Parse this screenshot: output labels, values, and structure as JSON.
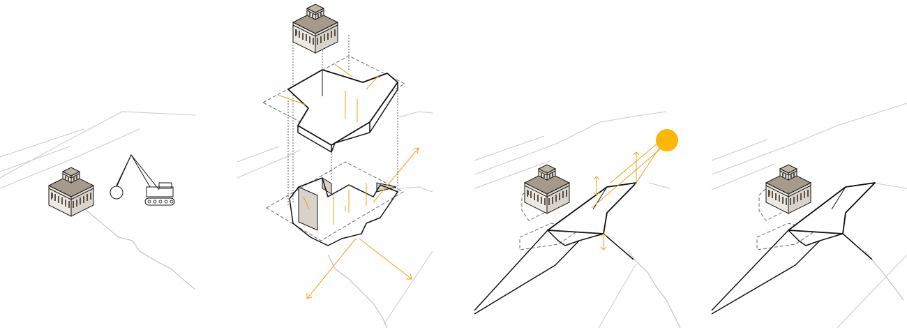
{
  "diagram": {
    "panels": [
      {
        "id": "existing-site"
      },
      {
        "id": "exploded-strategy"
      },
      {
        "id": "solar-orientation"
      },
      {
        "id": "final-scheme"
      }
    ],
    "colors": {
      "building_roof": "#a59a8c",
      "building_wall": "#ece8e2",
      "sun": "#fbb606",
      "arrows": "#f39c12",
      "lines": "#111111",
      "context": "#c9c9c9"
    },
    "icons": [
      "building-icon",
      "crane-icon",
      "wrecking-ball-icon",
      "sun-icon"
    ]
  }
}
